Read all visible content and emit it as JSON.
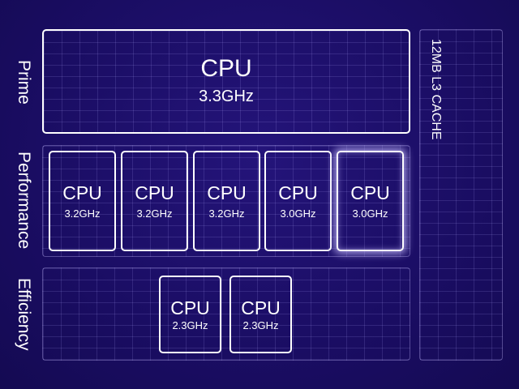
{
  "prime": {
    "label": "Prime",
    "cores": [
      {
        "name": "CPU",
        "freq": "3.3GHz"
      }
    ]
  },
  "performance": {
    "label": "Performance",
    "cores": [
      {
        "name": "CPU",
        "freq": "3.2GHz"
      },
      {
        "name": "CPU",
        "freq": "3.2GHz"
      },
      {
        "name": "CPU",
        "freq": "3.2GHz"
      },
      {
        "name": "CPU",
        "freq": "3.0GHz"
      },
      {
        "name": "CPU",
        "freq": "3.0GHz"
      }
    ]
  },
  "efficiency": {
    "label": "Efficiency",
    "cores": [
      {
        "name": "CPU",
        "freq": "2.3GHz"
      },
      {
        "name": "CPU",
        "freq": "2.3GHz"
      }
    ]
  },
  "cache": {
    "label": "12MB L3 CACHE"
  },
  "colors": {
    "background": "#1a0d63",
    "outline": "#ffffff"
  }
}
